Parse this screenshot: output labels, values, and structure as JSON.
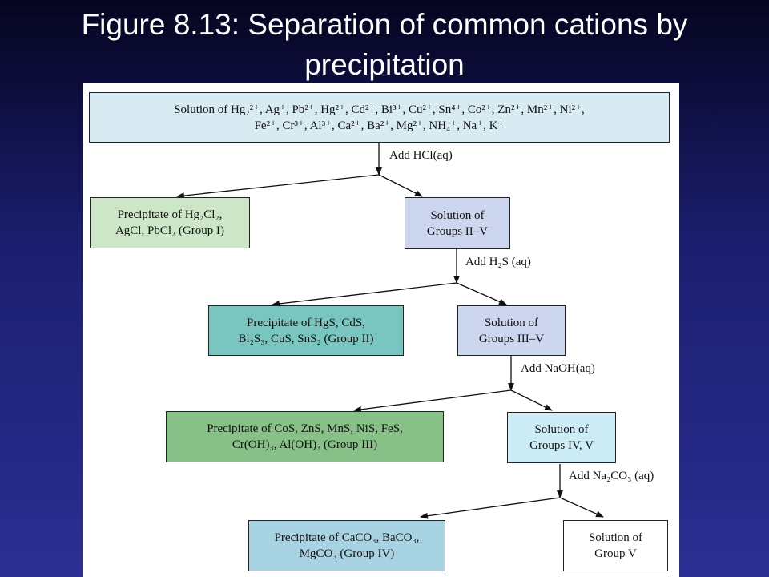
{
  "slide": {
    "title_line1": "Figure 8.13: Separation of common cations by",
    "title_line2": "precipitation"
  },
  "colors": {
    "start_box": "#d8ebf2",
    "group1": "#cde6c8",
    "group2": "#79c5bf",
    "group3": "#87c187",
    "group4": "#a8d3e2",
    "solution": "#ccd6ee",
    "solution4": "#ccecf6",
    "final": "#ffffff"
  },
  "diagram": {
    "start": {
      "line1": "Solution of Hg₂²⁺, Ag⁺, Pb²⁺, Hg²⁺, Cd²⁺, Bi³⁺, Cu²⁺, Sn⁴⁺, Co²⁺, Zn²⁺, Mn²⁺, Ni²⁺,",
      "line2": "Fe²⁺, Cr³⁺, Al³⁺, Ca²⁺, Ba²⁺, Mg²⁺, NH₄⁺, Na⁺, K⁺"
    },
    "steps": [
      {
        "reagent": "Add HCl(aq)",
        "precipitate": {
          "line1": "Precipitate of Hg₂Cl₂,",
          "line2": "AgCl, PbCl₂ (Group I)"
        },
        "solution": {
          "line1": "Solution of",
          "line2": "Groups II–V"
        }
      },
      {
        "reagent": "Add H₂S (aq)",
        "precipitate": {
          "line1": "Precipitate of HgS, CdS,",
          "line2": "Bi₂S₃, CuS, SnS₂ (Group II)"
        },
        "solution": {
          "line1": "Solution of",
          "line2": "Groups III–V"
        }
      },
      {
        "reagent": "Add NaOH(aq)",
        "precipitate": {
          "line1": "Precipitate of CoS, ZnS, MnS, NiS, FeS,",
          "line2": "Cr(OH)₃, Al(OH)₃ (Group III)"
        },
        "solution": {
          "line1": "Solution of",
          "line2": "Groups IV, V"
        }
      },
      {
        "reagent": "Add Na₂CO₃ (aq)",
        "precipitate": {
          "line1": "Precipitate of CaCO₃, BaCO₃,",
          "line2": "MgCO₃ (Group IV)"
        },
        "solution": {
          "line1": "Solution of",
          "line2": "Group V"
        }
      }
    ]
  }
}
